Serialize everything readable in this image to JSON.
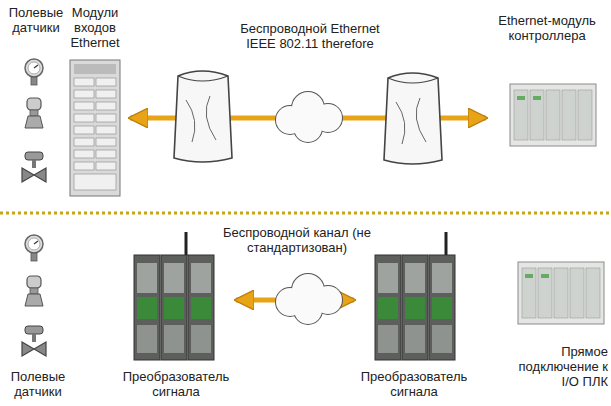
{
  "diagram": {
    "nodes": [
      {
        "text": [
          "Полевые датчики"
        ]
      },
      {
        "text": [
          "Модули входов Ethernet"
        ]
      },
      {
        "text": [
          "Ethernet-модуль контроллера"
        ]
      },
      {
        "text": [
          "Полевые датчики"
        ]
      },
      {
        "text": [
          "Преобразователь сигнала"
        ]
      },
      {
        "text": [
          "Преобразователь сигнала"
        ]
      },
      {
        "text": [
          "Прямое подключение к I/O ПЛК"
        ]
      }
    ],
    "edges": [
      {
        "from": 1,
        "to": 2,
        "arrow": "both",
        "label": "Беспроводной Ethernet IEEE 802.11 therefore"
      },
      {
        "from": 4,
        "to": 5,
        "arrow": "both",
        "label": "Беспроводной канал (не стандартизован)"
      }
    ]
  }
}
